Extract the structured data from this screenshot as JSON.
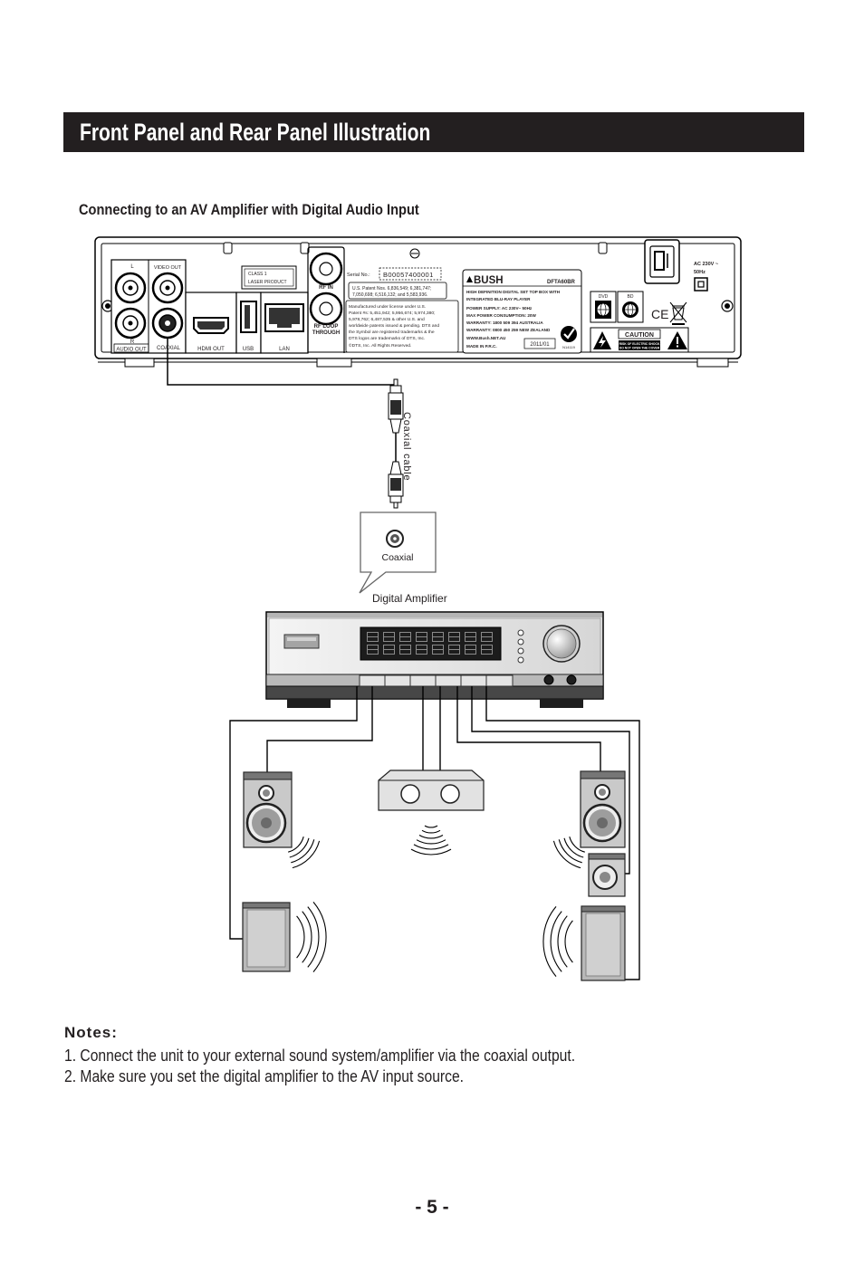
{
  "header": {
    "title": "Front Panel and Rear Panel Illustration"
  },
  "section": {
    "title": "Connecting to an AV Amplifier with Digital Audio Input"
  },
  "rear_panel": {
    "audio_out": {
      "l": "L",
      "r": "R",
      "label": "AUDIO OUT"
    },
    "video_out": {
      "label": "VIDEO OUT"
    },
    "coaxial": {
      "label": "COAXIAL"
    },
    "hdmi": {
      "label": "HDMI OUT"
    },
    "usb": {
      "label": "USB"
    },
    "lan": {
      "label": "LAN"
    },
    "laser_label": {
      "line1": "CLASS 1",
      "line2": "LASER PRODUCT"
    },
    "rf_in": {
      "label": "RF IN"
    },
    "rf_loop": {
      "line1": "RF LOOP",
      "line2": "THROUGH"
    },
    "serial": {
      "label": "Serial No.:",
      "value": "B00057400001"
    },
    "patent_lines": [
      "U.S. Patent Nos. 6,836,549; 6,381,747;",
      "7,050,698; 6,516,132; and 5,583,936."
    ],
    "dts_lines": [
      "Manufactured under license under U.S.",
      "Patent #s: 5,451,942; 5,956,674; 5,974,380;",
      "5,978,762; 6,487,535 & other U.S. and",
      "worldwide patents issued & pending. DTS and",
      "the Symbol are registered trademarks & the",
      "DTS logos are trademarks of DTS, Inc.",
      "©DTS, Inc. All Rights Reserved."
    ],
    "rating_label": {
      "brand": "BUSH",
      "model": "DFTA60BR",
      "lines": [
        "HIGH DEFINITION DIGITAL SET TOP BOX WITH",
        "INTEGRATED BLU-RAY PLAYER",
        "POWER SUPPLY: AC 230V~ 50Hz",
        "MAX POWER CONSUMPTION: 20W",
        "WARRANTY: 1800 509 394 AUSTRALIA",
        "WARRANTY: 0800 450 259 NEW ZEALAND",
        "WWW.Bush.NET.AU",
        "MADE IN P.R.C."
      ],
      "date": "2011/01",
      "cert": "N14119"
    },
    "disc": {
      "dvd": "DVD",
      "bd": "BD"
    },
    "ce": "CE",
    "caution": {
      "title": "CAUTION",
      "line1": "RISK OF ELECTRIC SHOCK",
      "line2": "DO NOT OPEN THE COVER"
    },
    "power": {
      "line1": "AC 230V ~",
      "line2": "50Hz"
    }
  },
  "cable": {
    "label": "Coaxial cable"
  },
  "callout": {
    "jack_label": "Coaxial"
  },
  "amplifier": {
    "label": "Digital Amplifier"
  },
  "notes": {
    "heading": "Notes:",
    "items": [
      "1. Connect the unit to your external sound system/amplifier via the coaxial output.",
      "2. Make sure you set the digital amplifier to the AV input source."
    ]
  },
  "page_number": "- 5 -"
}
